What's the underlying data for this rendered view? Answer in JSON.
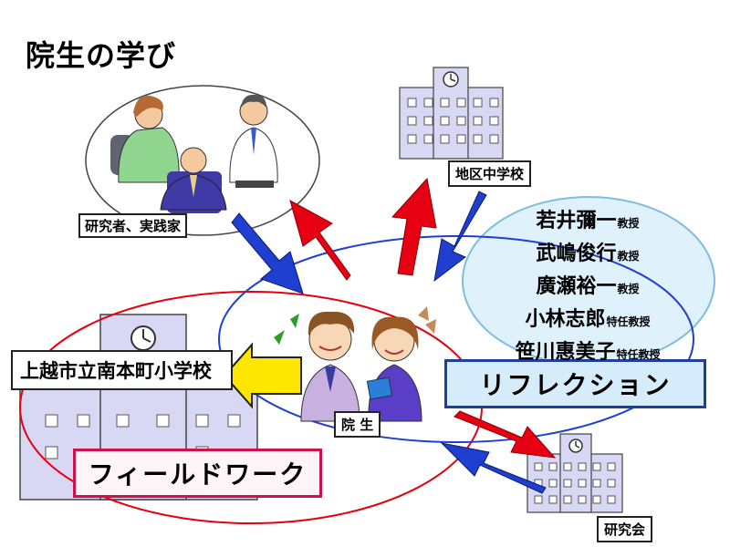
{
  "title": "院生の学び",
  "labels": {
    "researchers": "研究者、実践家",
    "district_school": "地区中学校",
    "student": "院 生",
    "study_group": "研究会",
    "school": "上越市立南本町小学校",
    "fieldwork": "フィールドワーク",
    "reflection": "リフレクション"
  },
  "professors": [
    {
      "name": "若井彌一",
      "role": "教授"
    },
    {
      "name": "武嶋俊行",
      "role": "教授"
    },
    {
      "name": "廣瀬裕一",
      "role": "教授"
    },
    {
      "name": "小林志郎",
      "role": "特任教授"
    },
    {
      "name": "笹川惠美子",
      "role": "特任教授"
    }
  ],
  "colors": {
    "fieldwork_ring": "#e60012",
    "reflection_ring": "#1f3fd1",
    "arrow_red": "#e60012",
    "arrow_blue": "#1f3fd1",
    "arrow_yellow": "#ffe600",
    "professor_bubble": "#dff1fb",
    "building": "#d8d8f4"
  }
}
